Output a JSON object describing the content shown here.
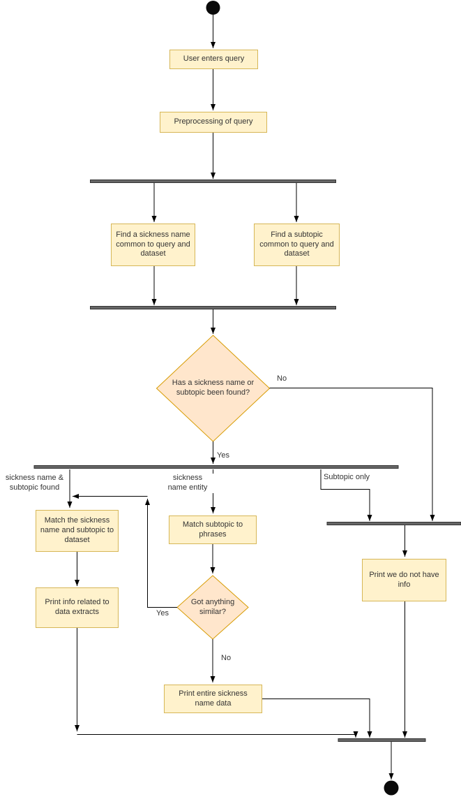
{
  "colors": {
    "box_fill": "#FFF2CC",
    "box_stroke": "#D6B656",
    "diamond_fill": "#FFE6CC",
    "diamond_stroke": "#D79B00",
    "bar_fill": "#666666",
    "bar_stroke": "#333333",
    "edge_color": "#000000",
    "terminal_fill": "#0a0a0a",
    "label_text": "#333333"
  },
  "nodes": {
    "start": {
      "type": "initial-node"
    },
    "user_query": {
      "label": "User enters query"
    },
    "preprocess": {
      "label": "Preprocessing of query"
    },
    "find_sickness": {
      "label": "Find a sickness name\ncommon to query and\ndataset"
    },
    "find_subtopic": {
      "label": "Find a subtopic\ncommon to query and\ndataset"
    },
    "decision_found": {
      "label": "Has a sickness name or\nsubtopic been found?"
    },
    "match_both": {
      "label": "Match the sickness\nname and subtopic to\ndataset"
    },
    "print_info": {
      "label": "Print info related to\ndata extracts"
    },
    "match_phrases": {
      "label": "Match subtopic to\nphrases"
    },
    "decision_similar": {
      "label": "Got anything\nsimilar?"
    },
    "print_entire": {
      "label": "Print entire sickness\nname data"
    },
    "print_no_info": {
      "label": "Print we do not have\ninfo"
    },
    "end": {
      "type": "activity-final-node"
    }
  },
  "edge_labels": {
    "yes_found": "Yes",
    "no_found": "No",
    "sickness_and_subtopic": "sickness name &\nsubtopic found",
    "sickness_entity": "sickness\nname entity",
    "subtopic_only": "Subtopic only",
    "yes_similar": "Yes",
    "no_similar": "No"
  }
}
